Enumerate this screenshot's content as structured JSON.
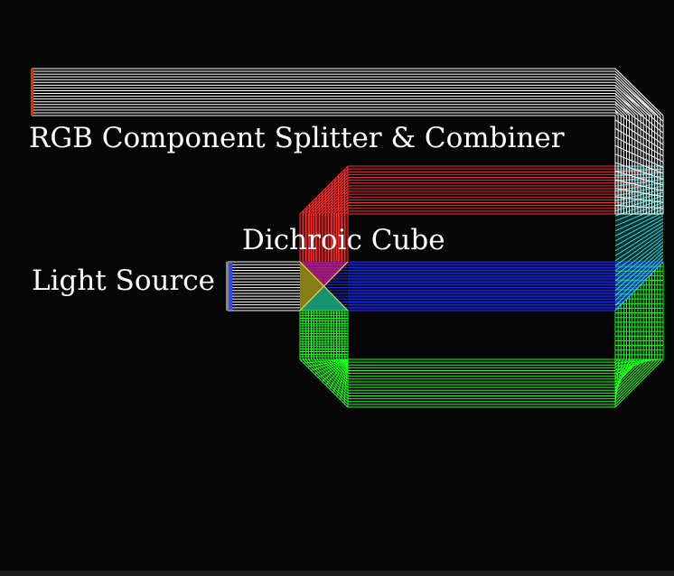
{
  "labels": {
    "title": "RGB Component Splitter & Combiner",
    "cube": "Dichroic Cube",
    "source": "Light Source"
  },
  "colors": {
    "background": "#050505",
    "white_beam": "#ffffff",
    "red_beam": "#ff2a2a",
    "green_beam": "#1aff1a",
    "blue_beam": "#1a2aff",
    "cyan_mix": "#22e0e0",
    "source_emitter": "#3344ff"
  },
  "beams": [
    {
      "name": "output-white",
      "color": "white"
    },
    {
      "name": "red",
      "color": "red"
    },
    {
      "name": "blue",
      "color": "blue"
    },
    {
      "name": "green",
      "color": "green"
    },
    {
      "name": "input-white",
      "color": "white"
    }
  ]
}
